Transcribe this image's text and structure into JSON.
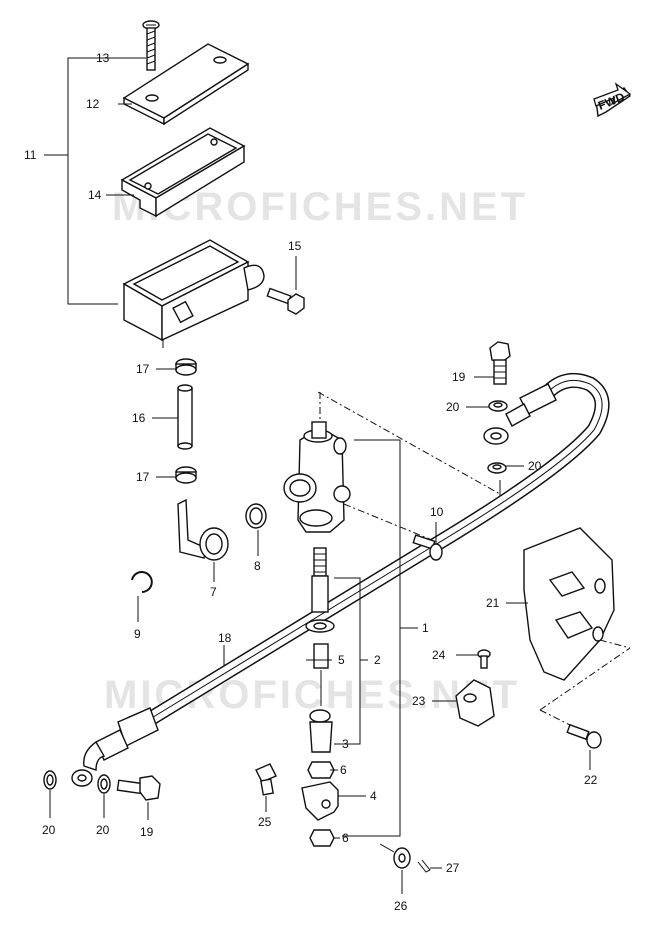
{
  "watermark": "MICROFICHES.NET",
  "fwd_badge": "FWD",
  "callouts": [
    {
      "id": "c13",
      "text": "13"
    },
    {
      "id": "c12",
      "text": "12"
    },
    {
      "id": "c11",
      "text": "11"
    },
    {
      "id": "c14",
      "text": "14"
    },
    {
      "id": "c15",
      "text": "15"
    },
    {
      "id": "c17a",
      "text": "17"
    },
    {
      "id": "c16",
      "text": "16"
    },
    {
      "id": "c17b",
      "text": "17"
    },
    {
      "id": "c19a",
      "text": "19"
    },
    {
      "id": "c20a",
      "text": "20"
    },
    {
      "id": "c20b",
      "text": "20"
    },
    {
      "id": "c10",
      "text": "10"
    },
    {
      "id": "c7",
      "text": "7"
    },
    {
      "id": "c8",
      "text": "8"
    },
    {
      "id": "c9",
      "text": "9"
    },
    {
      "id": "c18",
      "text": "18"
    },
    {
      "id": "c21",
      "text": "21"
    },
    {
      "id": "c1",
      "text": "1"
    },
    {
      "id": "c2",
      "text": "2"
    },
    {
      "id": "c5",
      "text": "5"
    },
    {
      "id": "c24",
      "text": "24"
    },
    {
      "id": "c23",
      "text": "23"
    },
    {
      "id": "c3",
      "text": "3"
    },
    {
      "id": "c22",
      "text": "22"
    },
    {
      "id": "c6a",
      "text": "6"
    },
    {
      "id": "c4",
      "text": "4"
    },
    {
      "id": "c25",
      "text": "25"
    },
    {
      "id": "c6b",
      "text": "6"
    },
    {
      "id": "c20c",
      "text": "20"
    },
    {
      "id": "c20d",
      "text": "20"
    },
    {
      "id": "c19b",
      "text": "19"
    },
    {
      "id": "c27",
      "text": "27"
    },
    {
      "id": "c26",
      "text": "26"
    }
  ]
}
